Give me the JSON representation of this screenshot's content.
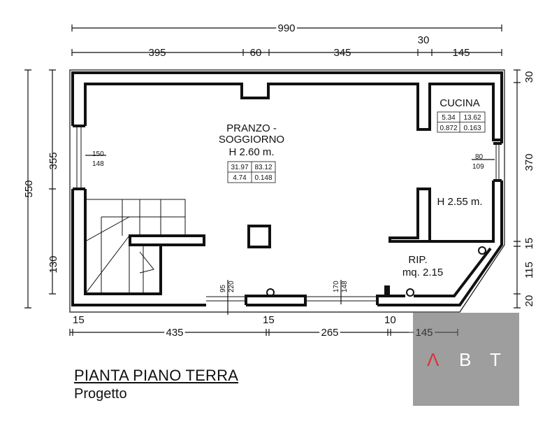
{
  "title": "PIANTA PIANO TERRA",
  "subtitle": "Progetto",
  "logo": {
    "letters": [
      "Λ",
      "B",
      "T"
    ],
    "accent": "#e0313b",
    "background": "#9e9e9e"
  },
  "dimensions": {
    "top_total": "990",
    "top": [
      "395",
      "60",
      "345",
      "30",
      "145"
    ],
    "left_total": "550",
    "left": [
      "355",
      "130"
    ],
    "right": [
      "30",
      "370",
      "15",
      "115",
      "20"
    ],
    "bottom_small": [
      "15",
      "15",
      "10"
    ],
    "bottom": [
      "435",
      "265",
      "145"
    ],
    "window_left": {
      "top": "150",
      "bottom": "148"
    },
    "window_right": {
      "top": "80",
      "bottom": "109"
    },
    "door_bottom_1": {
      "a": "95",
      "b": "220"
    },
    "door_bottom_2": {
      "a": "170",
      "b": "148"
    }
  },
  "rooms": {
    "living": {
      "name_line1": "PRANZO -",
      "name_line2": "SOGGIORNO",
      "height": "H 2.60 m.",
      "table": [
        "31.97",
        "83.12",
        "4.74",
        "0.148"
      ]
    },
    "kitchen": {
      "name": "CUCINA",
      "table": [
        "5.34",
        "13.62",
        "0.872",
        "0.163"
      ],
      "height": "H 2.55 m."
    },
    "storage": {
      "name": "RIP.",
      "area": "mq. 2.15"
    }
  }
}
